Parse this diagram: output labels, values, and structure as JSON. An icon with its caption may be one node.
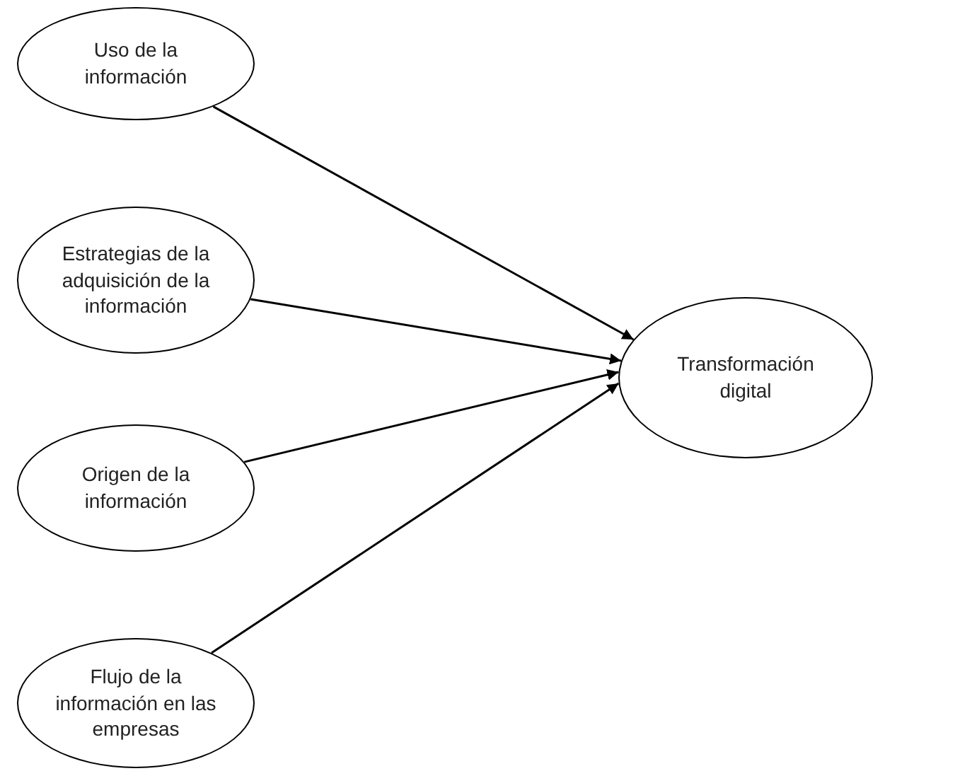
{
  "diagram": {
    "nodes": [
      {
        "text": [
          "Uso de la información"
        ]
      },
      {
        "text": [
          "Estrategias de la adquisición de la información"
        ]
      },
      {
        "text": [
          "Origen de la información"
        ]
      },
      {
        "text": [
          "Flujo de la información en las empresas"
        ]
      },
      {
        "text": [
          "Transformación digital"
        ]
      }
    ],
    "edges": [
      {
        "from": 0,
        "to": 4,
        "arrow": "to"
      },
      {
        "from": 1,
        "to": 4,
        "arrow": "to"
      },
      {
        "from": 2,
        "to": 4,
        "arrow": "to"
      },
      {
        "from": 3,
        "to": 4,
        "arrow": "to"
      }
    ]
  }
}
